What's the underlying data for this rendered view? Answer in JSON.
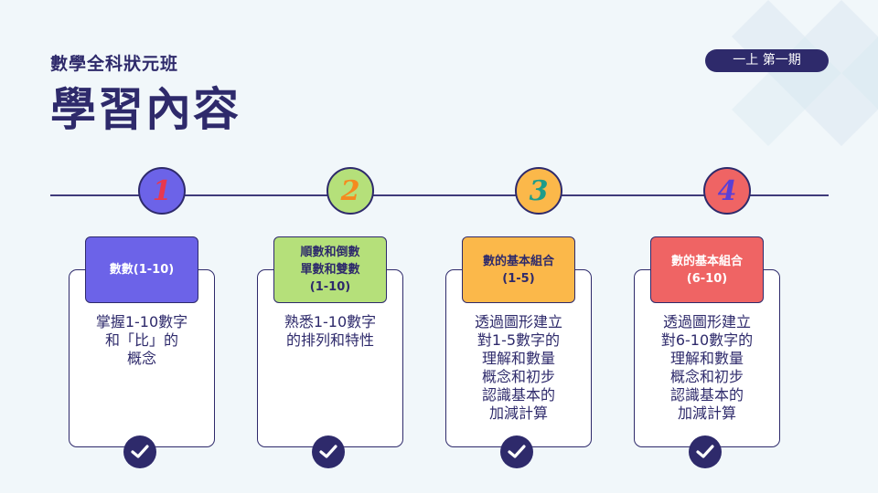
{
  "header": {
    "subtitle": "數學全科狀元班",
    "title": "學習內容",
    "session_badge": "一上 第一期"
  },
  "steps": [
    {
      "number": "1",
      "number_color": "#e8384f",
      "circle_color": "#6c63e8",
      "label": "數數(1-10)",
      "label_bg": "#6c63e8",
      "label_color": "#ffffff",
      "description": "掌握1-10數字\n和「比」的\n概念"
    },
    {
      "number": "2",
      "number_color": "#f58a1f",
      "circle_color": "#b5e07a",
      "label": "順數和倒數\n單數和雙數\n(1-10)",
      "label_bg": "#b5e07a",
      "label_color": "#2e2a6b",
      "description": "熟悉1-10數字\n的排列和特性"
    },
    {
      "number": "3",
      "number_color": "#1e9c8a",
      "circle_color": "#fbb84a",
      "label": "數的基本組合\n(1-5)",
      "label_bg": "#fbb84a",
      "label_color": "#2e2a6b",
      "description": "透過圖形建立\n對1-5數字的\n理解和數量\n概念和初步\n認識基本的\n加減計算"
    },
    {
      "number": "4",
      "number_color": "#5a3fd6",
      "circle_color": "#ef6464",
      "label": "數的基本組合\n(6-10)",
      "label_bg": "#ef6464",
      "label_color": "#ffffff",
      "description": "透過圖形建立\n對6-10數字的\n理解和數量\n概念和初步\n認識基本的\n加減計算"
    }
  ],
  "colors": {
    "navy": "#2e2a6b",
    "background": "#f1f7fa",
    "decoration": "#dbe8f1"
  }
}
